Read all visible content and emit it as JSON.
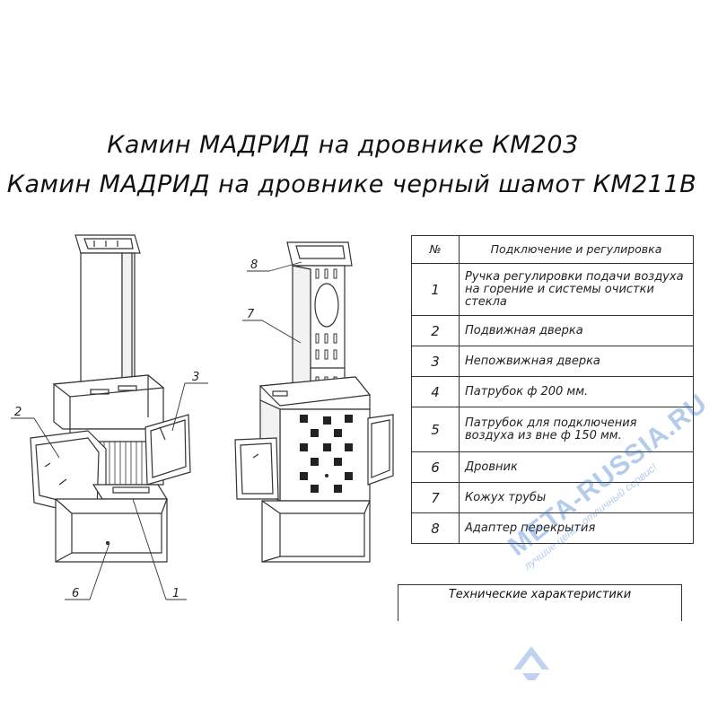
{
  "title_line1": "Камин МАДРИД на дровнике КМ203",
  "title_line2": "Камин МАДРИД на дровнике черный шамот КМ211В",
  "callouts": [
    "8",
    "7",
    "2",
    "3",
    "6",
    "1"
  ],
  "table": {
    "header_num": "№",
    "header_text": "Подключение и регулировка",
    "rows": [
      {
        "num": "1",
        "text": "Ручка регулировки подачи воздуха на горение и системы очистки стекла"
      },
      {
        "num": "2",
        "text": "Подвижная дверка"
      },
      {
        "num": "3",
        "text": "Непожвижная дверка"
      },
      {
        "num": "4",
        "text": "Патрубок ф 200 мм."
      },
      {
        "num": "5",
        "text": "Патрубок для подключения воздуха из вне ф 150 мм."
      },
      {
        "num": "6",
        "text": "Дровник"
      },
      {
        "num": "7",
        "text": "Кожух трубы"
      },
      {
        "num": "8",
        "text": "Адаптер перекрытия"
      }
    ]
  },
  "spec_heading": "Технические характеристики",
  "watermark": {
    "main": "META-RUSSIA.RU",
    "sub": "лучшие цены, отличный сервис!"
  },
  "colors": {
    "line": "#333333",
    "watermark": "#2e6ec8"
  }
}
